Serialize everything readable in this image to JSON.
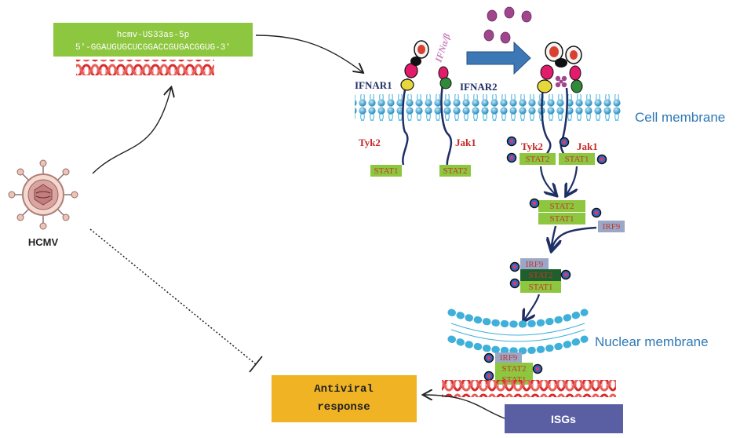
{
  "mirna": {
    "name": "hcmv-US33as-5p",
    "sequence": "5'-GGAUGUGCUCGGACCGUGACGGUG-3'"
  },
  "virus": {
    "label": "HCMV"
  },
  "receptors": {
    "ifnar1": "IFNAR1",
    "ifnar2": "IFNAR2",
    "ligand": "IFNα/β"
  },
  "kinases": {
    "tyk2": "Tyk2",
    "jak1": "Jak1"
  },
  "stats": {
    "stat1": "STAT1",
    "stat2": "STAT2",
    "irf9": "IRF9"
  },
  "membranes": {
    "cell": "Cell membrane",
    "nuclear": "Nuclear membrane"
  },
  "outputs": {
    "isgs": "ISGs",
    "antiviral_line1": "Antiviral",
    "antiviral_line2": "response"
  },
  "colors": {
    "mirna_box": "#8dc63f",
    "membrane": "#3fb0d9",
    "stat_box": "#8dc63f",
    "irf9_box": "#9aa7c7",
    "antiviral_box": "#f0b323",
    "isgs_box": "#5a5fa3",
    "dna": "#d92b2b",
    "ifn_arrow": "#3c78b5",
    "ligand_dot": "#a0468c"
  }
}
